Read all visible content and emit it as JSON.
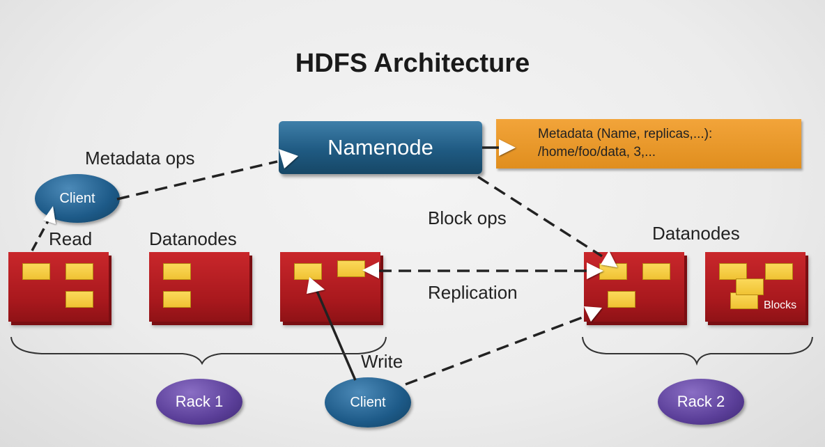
{
  "title": "HDFS Architecture",
  "namenode": {
    "label": "Namenode"
  },
  "metadata": {
    "line1": "Metadata (Name, replicas,...):",
    "line2": "/home/foo/data, 3,..."
  },
  "labels": {
    "metadata_ops": "Metadata ops",
    "block_ops": "Block ops",
    "read": "Read",
    "datanodes_left": "Datanodes",
    "datanodes_right": "Datanodes",
    "replication": "Replication",
    "write": "Write",
    "blocks": "Blocks"
  },
  "clients": {
    "top": "Client",
    "bottom": "Client"
  },
  "racks": {
    "rack1": "Rack 1",
    "rack2": "Rack 2"
  },
  "colors": {
    "namenode": "#1f5a82",
    "metadata_box": "#e8971f",
    "datanode": "#b81e23",
    "block": "#f5cc3f",
    "client": "#1d5a88",
    "rack": "#5b3f99"
  }
}
